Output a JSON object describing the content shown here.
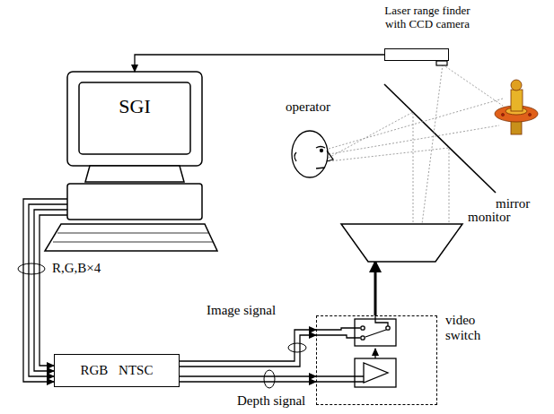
{
  "diagram": {
    "nodes": [
      {
        "text": [
          "Laser range finder with CCD camera"
        ]
      },
      {
        "text": [
          "SGI"
        ]
      },
      {
        "text": [
          "RGB NTSC"
        ]
      },
      {
        "text": [
          "video switch"
        ]
      },
      {
        "text": [
          "monitor"
        ]
      }
    ],
    "edges": [
      {
        "from": 0,
        "to": 1,
        "arrow": "to"
      },
      {
        "from": 1,
        "to": 2,
        "label": "R,G,B×4",
        "arrow": "to"
      },
      {
        "from": 2,
        "to": 3,
        "label": "Image signal",
        "arrow": "to"
      },
      {
        "from": 2,
        "to": 3,
        "label": "Depth signal",
        "arrow": "to"
      },
      {
        "from": 3,
        "to": 4,
        "arrow": "to"
      }
    ],
    "labels": [
      "operator",
      "mirror"
    ]
  }
}
